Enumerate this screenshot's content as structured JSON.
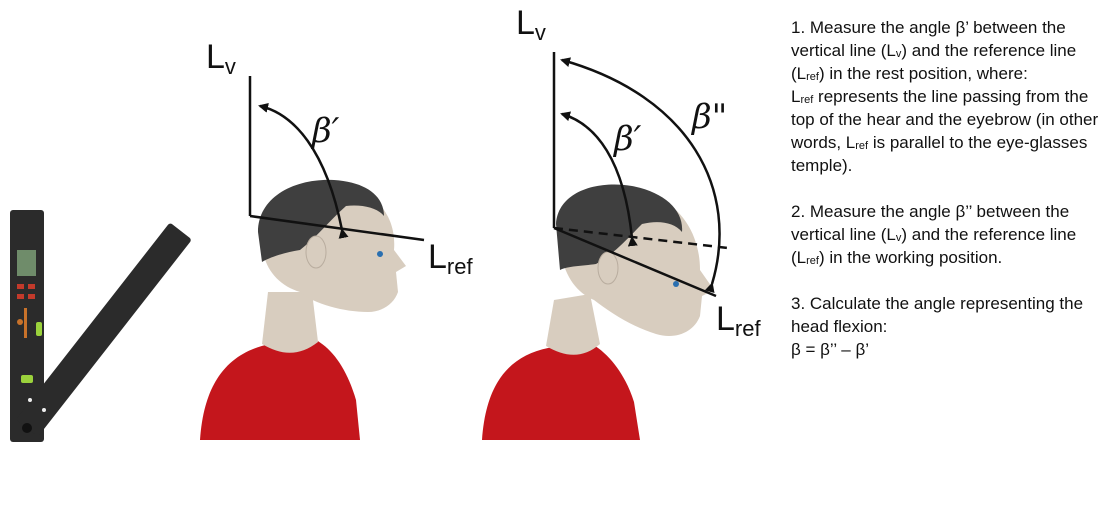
{
  "colors": {
    "shirt": "#c4161c",
    "skin": "#d8cdbf",
    "hair": "#3f3f3f",
    "tool_body": "#2b2b2b",
    "tool_display": "#6f8c6a",
    "tool_accent_orange": "#c8722a",
    "bubble_green": "#9bd23c",
    "line_color": "#111111"
  },
  "figure": {
    "left_person": {
      "lv_base": "L",
      "lv_sub": "v",
      "beta_prime": "β′",
      "lref_base": "L",
      "lref_sub": "ref"
    },
    "right_person": {
      "lv_base": "L",
      "lv_sub": "v",
      "beta_prime": "β′",
      "beta_double_prime": "β\"",
      "lref_base": "L",
      "lref_sub": "ref"
    },
    "tool": {
      "icon": "digital-angle-finder-icon"
    }
  },
  "instructions": {
    "step1": {
      "intro": "1. Measure the angle β’ between the vertical line (L",
      "lv_sub": "v",
      "mid1": ") and the reference line (L",
      "lref_sub": "ref",
      "mid2": ") in the rest position, where:",
      "lref_def_base": "L",
      "lref_def_sub": "ref",
      "lref_def_text": " represents the line passing from the top of the hear and the eyebrow (in other words, L",
      "lref_def_sub2": "ref",
      "lref_def_end": " is parallel to the eye-glasses temple)."
    },
    "step2": {
      "intro": "2. Measure the angle β’’ between the vertical line (L",
      "lv_sub": "v",
      "mid1": ") and the reference line (L",
      "lref_sub": "ref",
      "end": ") in the working position."
    },
    "step3": {
      "text": "3. Calculate the angle representing the head flexion:",
      "formula": "β = β’’ – β’"
    }
  }
}
